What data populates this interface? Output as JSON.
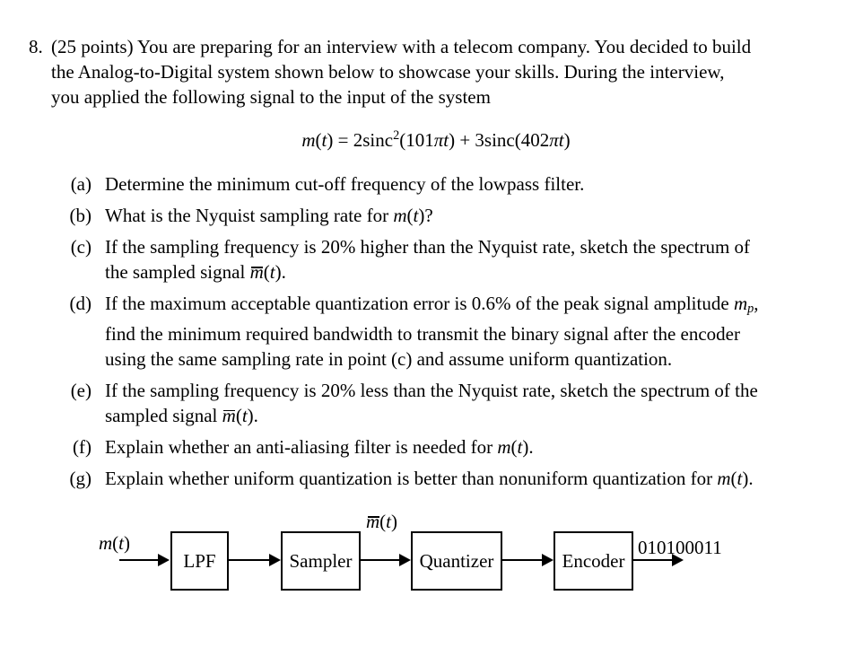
{
  "colors": {
    "background": "#ffffff",
    "text": "#000000",
    "diagram_line": "#000000"
  },
  "document": {
    "problem_number": "8.",
    "intro_lines": [
      [
        {
          "t": "(25 points) You are preparing for an interview with a telecom company. You decided to build",
          "s": "n"
        }
      ],
      [
        {
          "t": "the Analog-to-Digital system shown below to showcase your skills. During the interview,",
          "s": "n"
        }
      ],
      [
        {
          "t": "you applied the following signal to the input of the system",
          "s": "n"
        }
      ]
    ],
    "formula": [
      {
        "t": "m",
        "s": "i"
      },
      {
        "t": "(",
        "s": "n"
      },
      {
        "t": "t",
        "s": "i"
      },
      {
        "t": ") = 2sinc",
        "s": "n"
      },
      {
        "t": "2",
        "s": "sup"
      },
      {
        "t": "(101",
        "s": "n"
      },
      {
        "t": "π",
        "s": "i"
      },
      {
        "t": "t",
        "s": "i"
      },
      {
        "t": ") + 3sinc(402",
        "s": "n"
      },
      {
        "t": "π",
        "s": "i"
      },
      {
        "t": "t",
        "s": "i"
      },
      {
        "t": ")",
        "s": "n"
      }
    ],
    "parts": [
      {
        "label": "(a)",
        "lines": [
          [
            {
              "t": "Determine the minimum cut-off frequency of the lowpass filter.",
              "s": "n"
            }
          ]
        ]
      },
      {
        "label": "(b)",
        "lines": [
          [
            {
              "t": "What is the Nyquist sampling rate for ",
              "s": "n"
            },
            {
              "t": "m",
              "s": "i"
            },
            {
              "t": "(",
              "s": "n"
            },
            {
              "t": "t",
              "s": "i"
            },
            {
              "t": ")?",
              "s": "n"
            }
          ]
        ]
      },
      {
        "label": "(c)",
        "lines": [
          [
            {
              "t": "If the sampling frequency is 20% higher than the Nyquist rate, sketch the spectrum of",
              "s": "n"
            }
          ],
          [
            {
              "t": "the sampled signal ",
              "s": "n"
            },
            {
              "t": "m",
              "s": "bar"
            },
            {
              "t": "(",
              "s": "n"
            },
            {
              "t": "t",
              "s": "i"
            },
            {
              "t": ").",
              "s": "n"
            }
          ]
        ]
      },
      {
        "label": "(d)",
        "lines": [
          [
            {
              "t": "If the maximum acceptable quantization error is 0.6% of the peak signal amplitude ",
              "s": "n"
            },
            {
              "t": "m",
              "s": "i"
            },
            {
              "t": "p",
              "s": "sub"
            },
            {
              "t": ",",
              "s": "n"
            }
          ],
          [
            {
              "t": "find the minimum required bandwidth to transmit the binary signal after the encoder",
              "s": "n"
            }
          ],
          [
            {
              "t": "using the same sampling rate in point (c) and assume uniform quantization.",
              "s": "n"
            }
          ]
        ]
      },
      {
        "label": "(e)",
        "lines": [
          [
            {
              "t": "If the sampling frequency is 20% less than the Nyquist rate, sketch the spectrum of the",
              "s": "n"
            }
          ],
          [
            {
              "t": "sampled signal ",
              "s": "n"
            },
            {
              "t": "m",
              "s": "bar"
            },
            {
              "t": "(",
              "s": "n"
            },
            {
              "t": "t",
              "s": "i"
            },
            {
              "t": ").",
              "s": "n"
            }
          ]
        ]
      },
      {
        "label": "(f)",
        "lines": [
          [
            {
              "t": "Explain whether an anti-aliasing filter is needed for ",
              "s": "n"
            },
            {
              "t": "m",
              "s": "i"
            },
            {
              "t": "(",
              "s": "n"
            },
            {
              "t": "t",
              "s": "i"
            },
            {
              "t": ").",
              "s": "n"
            }
          ]
        ]
      },
      {
        "label": "(g)",
        "lines": [
          [
            {
              "t": "Explain whether uniform quantization is better than nonuniform quantization for ",
              "s": "n"
            },
            {
              "t": "m",
              "s": "i"
            },
            {
              "t": "(",
              "s": "n"
            },
            {
              "t": "t",
              "s": "i"
            },
            {
              "t": ").",
              "s": "n"
            }
          ]
        ]
      }
    ]
  },
  "diagram": {
    "input_label": [
      {
        "t": "m",
        "s": "i"
      },
      {
        "t": "(",
        "s": "n"
      },
      {
        "t": "t",
        "s": "i"
      },
      {
        "t": ")",
        "s": "n"
      }
    ],
    "sampled_label": [
      {
        "t": "m",
        "s": "bar"
      },
      {
        "t": "(",
        "s": "n"
      },
      {
        "t": "t",
        "s": "i"
      },
      {
        "t": ")",
        "s": "n"
      }
    ],
    "blocks": [
      {
        "label": "LPF"
      },
      {
        "label": "Sampler"
      },
      {
        "label": "Quantizer"
      },
      {
        "label": "Encoder"
      }
    ],
    "output_bits": "010100011"
  }
}
